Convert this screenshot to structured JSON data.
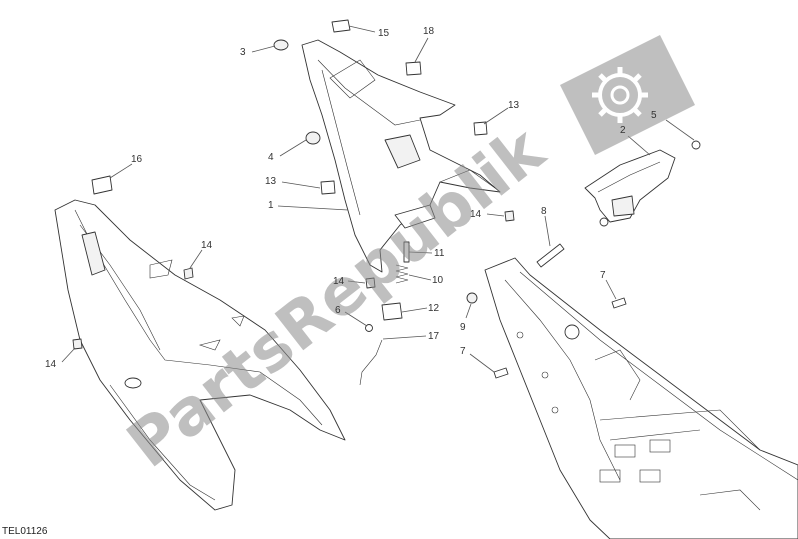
{
  "diagram": {
    "code": "TEL01126",
    "watermark": "PartsRepublik",
    "callouts": [
      {
        "id": "c3",
        "text": "3"
      },
      {
        "id": "c15",
        "text": "15"
      },
      {
        "id": "c18",
        "text": "18"
      },
      {
        "id": "c13a",
        "text": "13"
      },
      {
        "id": "c5",
        "text": "5"
      },
      {
        "id": "c2",
        "text": "2"
      },
      {
        "id": "c16",
        "text": "16"
      },
      {
        "id": "c4",
        "text": "4"
      },
      {
        "id": "c13b",
        "text": "13"
      },
      {
        "id": "c1",
        "text": "1"
      },
      {
        "id": "c14a",
        "text": "14"
      },
      {
        "id": "c8",
        "text": "8"
      },
      {
        "id": "c14b",
        "text": "14"
      },
      {
        "id": "c11",
        "text": "11"
      },
      {
        "id": "c14c",
        "text": "14"
      },
      {
        "id": "c10",
        "text": "10"
      },
      {
        "id": "c7a",
        "text": "7"
      },
      {
        "id": "c6",
        "text": "6"
      },
      {
        "id": "c12",
        "text": "12"
      },
      {
        "id": "c9",
        "text": "9"
      },
      {
        "id": "c17",
        "text": "17"
      },
      {
        "id": "c14d",
        "text": "14"
      },
      {
        "id": "c7b",
        "text": "7"
      }
    ]
  }
}
